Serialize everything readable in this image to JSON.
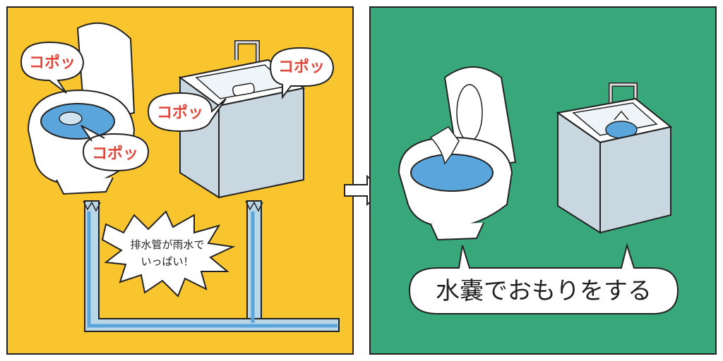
{
  "colors": {
    "left_bg": "#f9c52f",
    "right_bg": "#38a87a",
    "water": "#5aa6dc",
    "pipe": "#b9d6e6",
    "ink": "#222222",
    "accent_red": "#e0483b",
    "cabinet": "#c9d7e0"
  },
  "left_panel": {
    "sounds": [
      "コポッ",
      "コポッ",
      "コポッ",
      "コポッ"
    ],
    "burst_line1": "排水管が雨水で",
    "burst_line2": "いっぱい！"
  },
  "arrow_icon": "right-arrow-icon",
  "right_panel": {
    "caption": "水嚢でおもりをする"
  }
}
